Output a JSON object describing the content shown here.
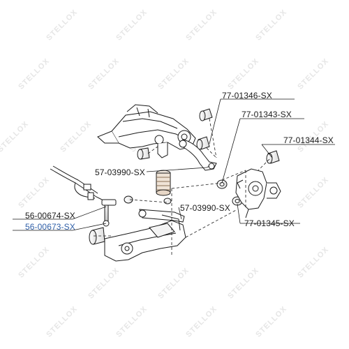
{
  "watermark": {
    "text": "STELLOX"
  },
  "parts": [
    {
      "id": "77-01346-SX"
    },
    {
      "id": "77-01343-SX"
    },
    {
      "id": "77-01344-SX"
    },
    {
      "id": "57-03990-SX"
    },
    {
      "id": "57-03990-SX"
    },
    {
      "id": "77-01345-SX"
    },
    {
      "id": "56-00674-SX"
    },
    {
      "id": "56-00673-SX"
    }
  ],
  "colors": {
    "line": "#1a1a1a",
    "highlight": "#2f5fa8",
    "bushing": "#f4f4f4",
    "arm_link": "#dcdcdc",
    "watermark": "#e6e6e6"
  }
}
